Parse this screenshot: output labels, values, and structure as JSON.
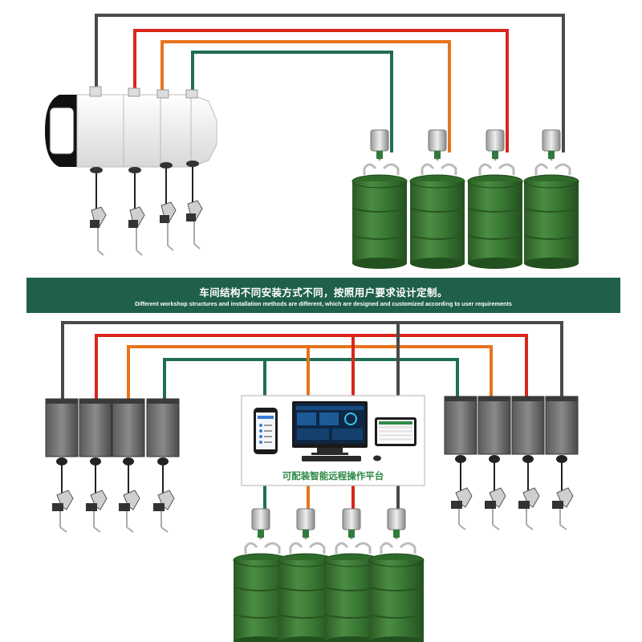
{
  "banner": {
    "title_cn": "车间结构不同安装方式不同，按照用户要求设计定制。",
    "subtitle_en": "Different workshop structures and installation methods are different, which are designed and customized according to user requirements"
  },
  "platform": {
    "caption": "可配装智能远程操作平台"
  },
  "colors": {
    "pipe_gray": "#4a4a4a",
    "pipe_red": "#d9261c",
    "pipe_orange": "#e8731c",
    "pipe_green": "#1f6e55",
    "banner_bg": "#1f5f4c",
    "drum_green": "#3b7a35",
    "caption_green": "#2c8a45"
  },
  "icons": [
    "oil-drum-icon",
    "drum-pump-icon",
    "hose-reel-box-icon",
    "oil-dispensing-nozzle-icon",
    "smartphone-icon",
    "desktop-monitor-icon",
    "keyboard-icon",
    "mouse-icon",
    "tablet-icon"
  ]
}
